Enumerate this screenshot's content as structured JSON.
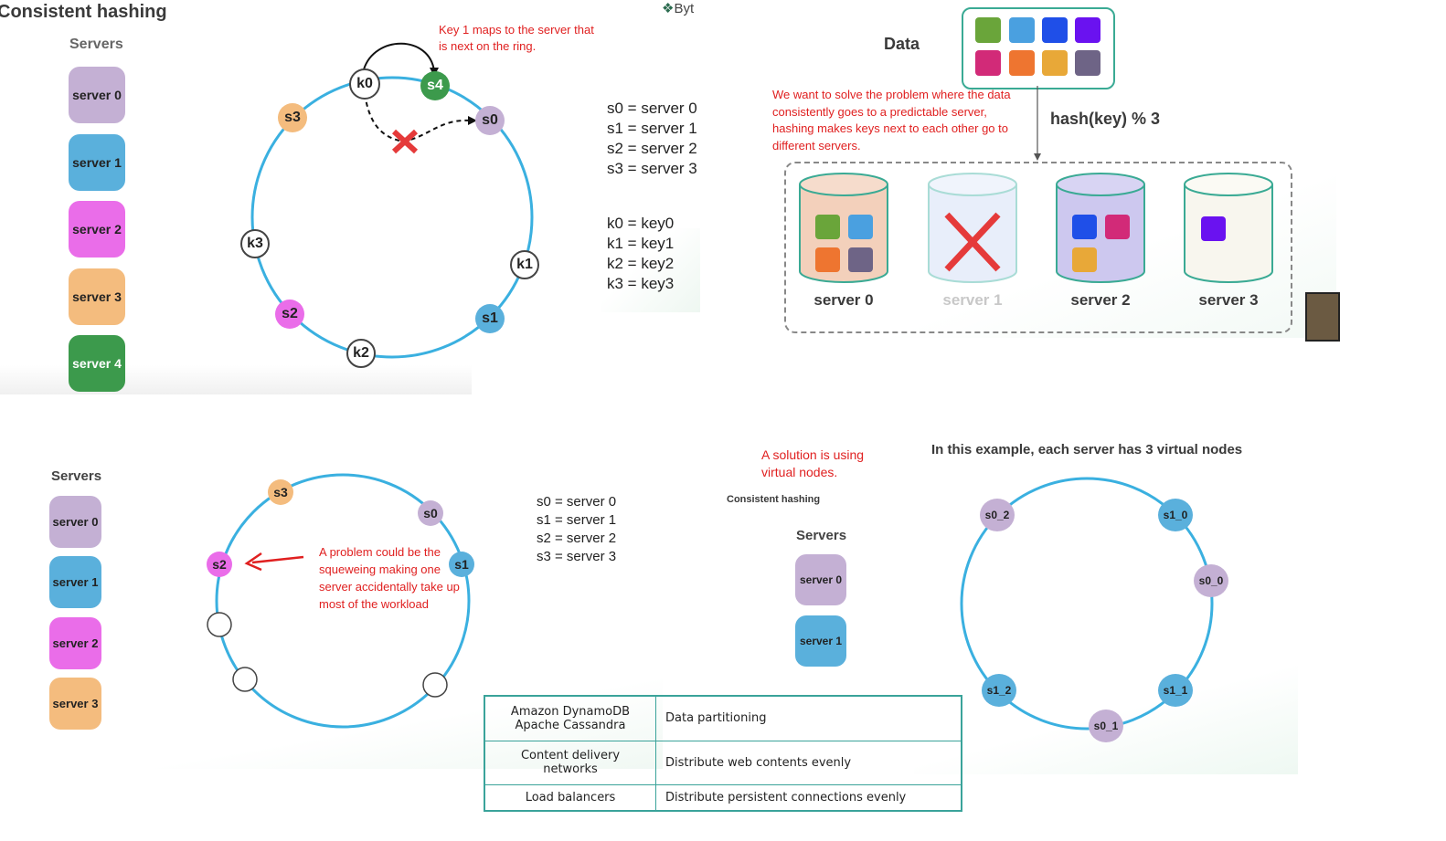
{
  "p1": {
    "title": "Consistent hashing",
    "servers_label": "Servers",
    "servers": [
      {
        "label": "server 0",
        "color": "#c4b0d4"
      },
      {
        "label": "server 1",
        "color": "#5ab0dc"
      },
      {
        "label": "server 2",
        "color": "#ea6de9"
      },
      {
        "label": "server 3",
        "color": "#f4bc7e"
      },
      {
        "label": "server 4",
        "color": "#3c9a4c"
      }
    ],
    "ring_nodes": {
      "s0": "s0",
      "s1": "s1",
      "s2": "s2",
      "s3": "s3",
      "s4": "s4",
      "k0": "k0",
      "k1": "k1",
      "k2": "k2",
      "k3": "k3"
    },
    "annotation": "Key 1 maps to the server that is next on the ring.",
    "mapping_servers": [
      "s0 = server 0",
      "s1 = server 1",
      "s2 = server 2",
      "s3 = server 3"
    ],
    "mapping_keys": [
      "k0 = key0",
      "k1 = key1",
      "k2 = key2",
      "k3 = key3"
    ],
    "watermark_text": "Byt"
  },
  "p2": {
    "data_label": "Data",
    "data_colors": [
      "#6aa53a",
      "#4aa0e0",
      "#1f4fe8",
      "#6a12f0",
      "#d22a78",
      "#ee7530",
      "#e8a838",
      "#6e6486"
    ],
    "formula": "hash(key) % 3",
    "note": "We want to solve the problem where the data consistently goes to a predictable server, hashing makes keys next to each other go to different servers.",
    "cylinders": [
      {
        "label": "server 0",
        "body": "#f3d0bb",
        "top": "#f6dccc"
      },
      {
        "label": "server 1",
        "body": "#e8eefa",
        "top": "#f0f4fc"
      },
      {
        "label": "server 2",
        "body": "#cdc8ef",
        "top": "#d8d4f3"
      },
      {
        "label": "server 3",
        "body": "#f8f6ee",
        "top": "#fbfaf4"
      }
    ]
  },
  "p3": {
    "servers_label": "Servers",
    "servers": [
      {
        "label": "server 0",
        "color": "#c4b0d4"
      },
      {
        "label": "server 1",
        "color": "#5ab0dc"
      },
      {
        "label": "server 2",
        "color": "#ea6de9"
      },
      {
        "label": "server 3",
        "color": "#f4bc7e"
      }
    ],
    "ring_nodes": {
      "s0": "s0",
      "s1": "s1",
      "s2": "s2",
      "s3": "s3"
    },
    "annotation": "A problem could be  the squeweing making one server accidentally take up most of the workload",
    "mapping_servers": [
      "s0 = server 0",
      "s1 = server 1",
      "s2 = server 2",
      "s3 = server 3"
    ]
  },
  "p4": {
    "note": "A solution is using virtual nodes.",
    "heading": "In this example, each server has 3 virtual nodes",
    "mini_title": "Consistent hashing",
    "servers_label": "Servers",
    "servers": [
      {
        "label": "server 0",
        "color": "#c4b0d4"
      },
      {
        "label": "server 1",
        "color": "#5ab0dc"
      }
    ],
    "vnodes": {
      "s0_2": "s0_2",
      "s1_0": "s1_0",
      "s0_0": "s0_0",
      "s1_1": "s1_1",
      "s0_1": "s0_1",
      "s1_2": "s1_2"
    }
  },
  "uses": [
    {
      "system": "Amazon DynamoDB\nApache Cassandra",
      "purpose": "Data partitioning"
    },
    {
      "system": "Content delivery\nnetworks",
      "purpose": "Distribute web contents evenly"
    },
    {
      "system": "Load balancers",
      "purpose": "Distribute persistent connections evenly"
    }
  ],
  "colors": {
    "ring": "#3ab0e0",
    "annotation_red": "#e02020",
    "accent_teal": "#3aa39a"
  }
}
